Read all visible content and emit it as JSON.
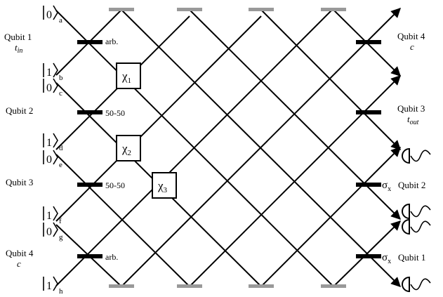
{
  "left_labels": [
    {
      "name": "Qubit 1",
      "sub": "t",
      "sub_sub": "in"
    },
    {
      "name": "Qubit 2",
      "sub": "",
      "sub_sub": ""
    },
    {
      "name": "Qubit 3",
      "sub": "",
      "sub_sub": ""
    },
    {
      "name": "Qubit 4",
      "sub": "c",
      "sub_sub": ""
    }
  ],
  "right_labels": [
    {
      "name": "Qubit 4",
      "sub": "c",
      "sub_sub": ""
    },
    {
      "name": "Qubit 3",
      "sub": "t",
      "sub_sub": "out"
    },
    {
      "name": "Qubit 2",
      "prefix": "σ",
      "prefix_sub": "x"
    },
    {
      "name": "Qubit 1",
      "prefix": "σ",
      "prefix_sub": "x"
    }
  ],
  "kets": [
    {
      "state": "0",
      "mode": "a"
    },
    {
      "state": "1",
      "mode": "b"
    },
    {
      "state": "0",
      "mode": "c"
    },
    {
      "state": "1",
      "mode": "d"
    },
    {
      "state": "0",
      "mode": "e"
    },
    {
      "state": "1",
      "mode": "f"
    },
    {
      "state": "0",
      "mode": "g"
    },
    {
      "state": "1",
      "mode": "h"
    }
  ],
  "beam_splitters_left": [
    "arb.",
    "50-50",
    "50-50",
    "arb."
  ],
  "gates": [
    {
      "symbol": "χ",
      "index": "1"
    },
    {
      "symbol": "χ",
      "index": "2"
    },
    {
      "symbol": "χ",
      "index": "3"
    }
  ],
  "colors": {
    "line": "#000000",
    "mirror": "#999999",
    "splitter": "#000000"
  },
  "icons": [
    "detector-icon"
  ]
}
